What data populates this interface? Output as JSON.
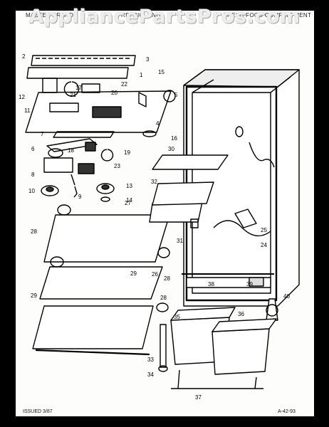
{
  "header": {
    "left": "MASTER BRAND",
    "middle": "REFRIG. UNIT",
    "right": "FRESH FOOD COMPARTMENT"
  },
  "watermark": "AppliancePartsPros.com",
  "footer": {
    "issued": "ISSUED 3/87",
    "page_code": "A-42-93"
  },
  "callouts": [
    "1",
    "2",
    "3",
    "4",
    "5",
    "6",
    "7",
    "8",
    "9",
    "10",
    "11",
    "12",
    "13",
    "14",
    "15",
    "16",
    "17",
    "18",
    "19",
    "20",
    "21",
    "22",
    "23",
    "24",
    "25",
    "26",
    "27",
    "28",
    "28",
    "28",
    "29",
    "29",
    "30",
    "31",
    "32",
    "33",
    "34",
    "35",
    "36",
    "37",
    "38",
    "39",
    "40"
  ]
}
